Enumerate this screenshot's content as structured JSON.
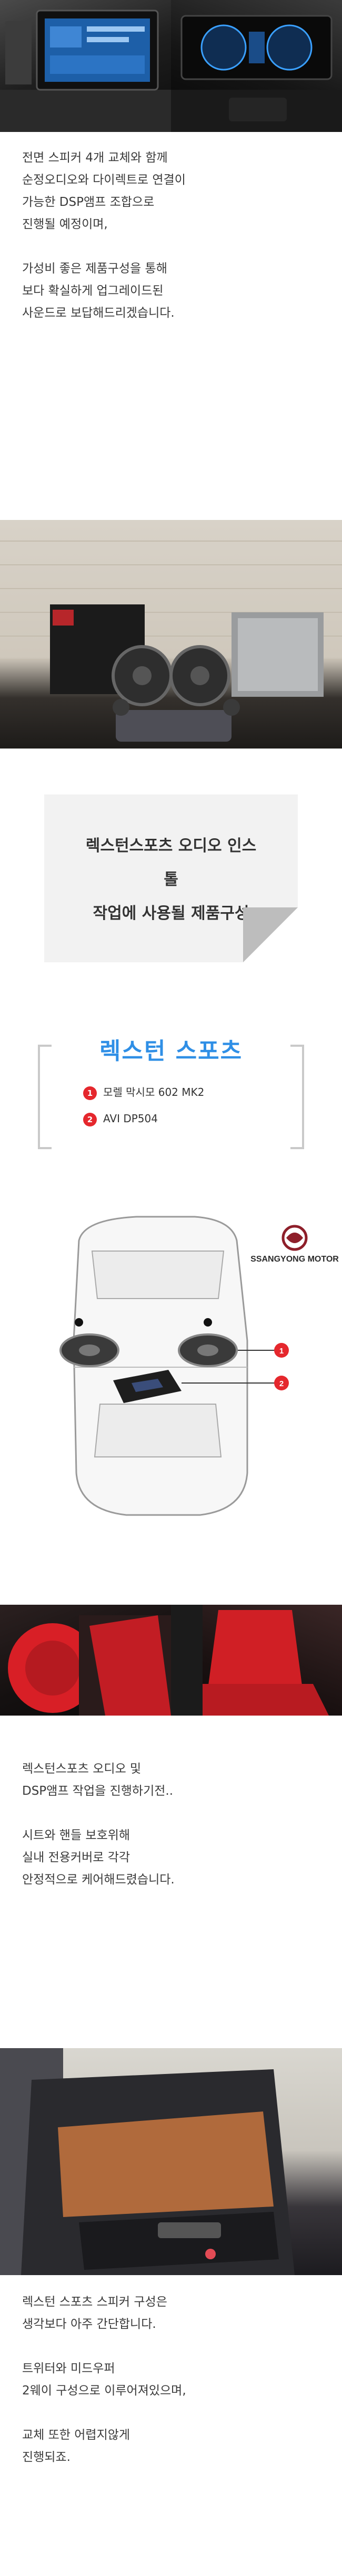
{
  "photos": {
    "dash_left": "head-unit-screen-photo",
    "dash_right": "dashboard-display-photo",
    "product": "speaker-and-amp-product-photo",
    "seat_left": "steering-wheel-cover-photo",
    "seat_right": "seat-cover-photo",
    "door": "door-panel-photo"
  },
  "intro": {
    "p1": [
      "전면 스피커 4개 교체와 함께",
      "순정오디오와 다이렉트로 연결이",
      "가능한 DSP앰프 조합으로",
      "진행될 예정이며,"
    ],
    "p2": [
      "가성비 좋은 제품구성을 통해",
      "보다 확실하게 업그레이드된",
      "사운드로 보답해드리겠습니다."
    ]
  },
  "banner": {
    "lines": [
      "렉스턴스포츠 오디오 인스",
      "톨",
      "작업에 사용될 제품구성"
    ]
  },
  "product_box": {
    "title": "렉스턴 스포츠",
    "items": [
      {
        "num": "1",
        "label": "모렐 막시모 602 MK2"
      },
      {
        "num": "2",
        "label": "AVI DP504"
      }
    ]
  },
  "diagram": {
    "brand": "SSANGYONG MOTOR",
    "markers": [
      "1",
      "2"
    ],
    "colors": {
      "marker": "#e5272d",
      "brand": "#2b2b2b",
      "accent": "#2f8fe6"
    }
  },
  "work": {
    "p1": [
      "렉스턴스포츠 오디오 및",
      "DSP앰프 작업을 진행하기전.."
    ],
    "p2": [
      "시트와 핸들 보호위해",
      "실내 전용커버로 각각",
      "안정적으로 케어해드렸습니다."
    ]
  },
  "config": {
    "p1": [
      "렉스턴 스포츠 스피커 구성은",
      "생각보다 아주 간단합니다."
    ],
    "p2": [
      "트위터와 미드우퍼",
      "2웨이 구성으로 이루어져있으며,"
    ],
    "p3": [
      "교체 또한 어렵지않게",
      "진행되죠."
    ]
  }
}
